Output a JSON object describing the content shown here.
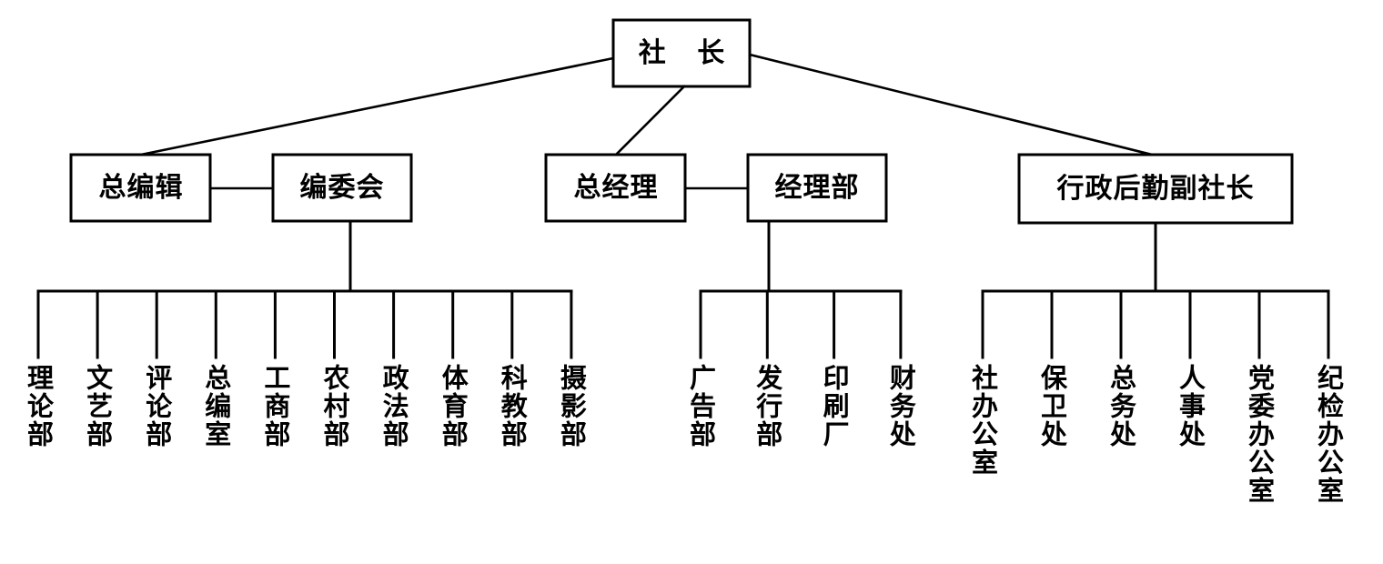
{
  "chart_data": {
    "type": "diagram",
    "diagram_kind": "organization-chart",
    "title": "",
    "orientation": "top-down",
    "nodes": [
      {
        "id": "president",
        "label": "社 长",
        "level": 1
      },
      {
        "id": "editor-in-chief",
        "label": "总编辑",
        "level": 2
      },
      {
        "id": "editorial-board",
        "label": "编委会",
        "level": 2
      },
      {
        "id": "general-manager",
        "label": "总经理",
        "level": 2
      },
      {
        "id": "manager-department",
        "label": "经理部",
        "level": 2
      },
      {
        "id": "admin-vice-president",
        "label": "行政后勤副社长",
        "level": 2
      }
    ],
    "edges": [
      {
        "from": "president",
        "to": "editor-in-chief"
      },
      {
        "from": "president",
        "to": "general-manager"
      },
      {
        "from": "president",
        "to": "admin-vice-president"
      },
      {
        "from": "editor-in-chief",
        "to": "editorial-board"
      },
      {
        "from": "general-manager",
        "to": "manager-department"
      },
      {
        "from": "editorial-board",
        "to": "editorial-units"
      },
      {
        "from": "manager-department",
        "to": "business-units"
      },
      {
        "from": "admin-vice-president",
        "to": "admin-units"
      }
    ]
  },
  "top": {
    "president": "社 长"
  },
  "level2": {
    "editor_in_chief": "总编辑",
    "editorial_board": "编委会",
    "general_manager": "总经理",
    "manager_department": "经理部",
    "admin_vice_president": "行政后勤副社长"
  },
  "groups": {
    "editorial": {
      "parent": "编委会",
      "items": [
        {
          "label": "理论部"
        },
        {
          "label": "文艺部"
        },
        {
          "label": "评论部"
        },
        {
          "label": "总编室"
        },
        {
          "label": "工商部"
        },
        {
          "label": "农村部"
        },
        {
          "label": "政法部"
        },
        {
          "label": "体育部"
        },
        {
          "label": "科教部"
        },
        {
          "label": "摄影部"
        }
      ]
    },
    "business": {
      "parent": "经理部",
      "items": [
        {
          "label": "广告部"
        },
        {
          "label": "发行部"
        },
        {
          "label": "印刷厂"
        },
        {
          "label": "财务处"
        }
      ]
    },
    "administration": {
      "parent": "行政后勤副社长",
      "items": [
        {
          "label": "社办公室"
        },
        {
          "label": "保卫处"
        },
        {
          "label": "总务处"
        },
        {
          "label": "人事处"
        },
        {
          "label": "党委办公室"
        },
        {
          "label": "纪检办公室"
        }
      ]
    }
  },
  "colors": {
    "line": "#000000",
    "text": "#000000",
    "background": "#ffffff"
  }
}
